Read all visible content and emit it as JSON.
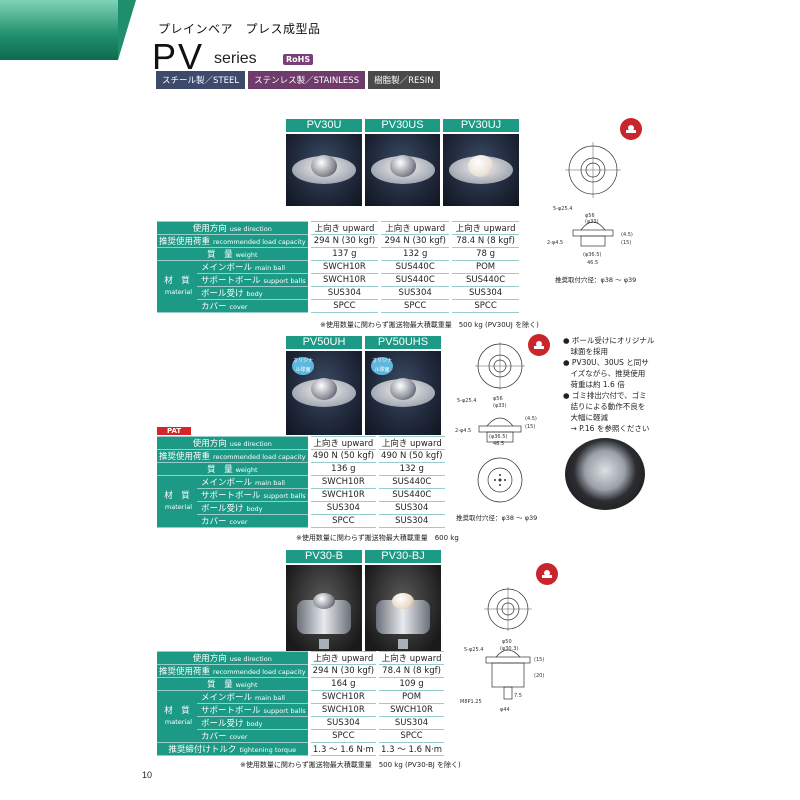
{
  "header": {
    "subtitle": "プレインベア　プレス成型品",
    "title": "PV",
    "series": "series",
    "rohs": "RoHS",
    "tabs": [
      "スチール製／STEEL",
      "ステンレス製／STAINLESS",
      "樹脂製／RESIN"
    ]
  },
  "labels": {
    "use_direction": "使用方向",
    "use_direction_en": "use direction",
    "load": "推奨使用荷重",
    "load_en": "recommended load capacity",
    "weight": "質　量",
    "weight_en": "weight",
    "material": "材　質",
    "material_en": "material",
    "main_ball": "メインボール",
    "main_ball_en": "main ball",
    "support_ball": "サポートボール",
    "support_ball_en": "support balls",
    "body": "ボール受け",
    "body_en": "body",
    "cover": "カバー",
    "cover_en": "cover",
    "torque": "推奨締付けトルク",
    "torque_en": "tightening torque"
  },
  "block1": {
    "models": [
      "PV30U",
      "PV30US",
      "PV30UJ"
    ],
    "use_direction": [
      "上向き upward",
      "上向き upward",
      "上向き upward"
    ],
    "load": [
      "294 N (30 kgf)",
      "294 N (30 kgf)",
      "78.4 N (8 kgf)"
    ],
    "weight": [
      "137 g",
      "132 g",
      "78 g"
    ],
    "main_ball": [
      "SWCH10R",
      "SUS440C",
      "POM"
    ],
    "support_ball": [
      "SWCH10R",
      "SUS440C",
      "SUS440C"
    ],
    "body": [
      "SUS304",
      "SUS304",
      "SUS304"
    ],
    "cover": [
      "SPCC",
      "SPCC",
      "SPCC"
    ],
    "note": "※使用数量に関わらず搬送物最大積載重量　500 kg (PV30UJ を除く)",
    "hole": "推奨取付穴径：φ38 〜 φ39"
  },
  "block2": {
    "models": [
      "PV50UH",
      "PV50UHS"
    ],
    "badge": "オリジナル球面",
    "pat": "PAT",
    "use_direction": [
      "上向き upward",
      "上向き upward"
    ],
    "load": [
      "490 N (50 kgf)",
      "490 N (50 kgf)"
    ],
    "weight": [
      "136 g",
      "132 g"
    ],
    "main_ball": [
      "SWCH10R",
      "SUS440C"
    ],
    "support_ball": [
      "SWCH10R",
      "SUS440C"
    ],
    "body": [
      "SUS304",
      "SUS304"
    ],
    "cover": [
      "SPCC",
      "SUS304"
    ],
    "note": "※使用数量に関わらず搬送物最大積載重量　600 kg",
    "hole": "推奨取付穴径：φ38 〜 φ39",
    "features": [
      "● ボール受けにオリジナル",
      "　球面を採用",
      "● PV30U、30US と同サ",
      "　イズながら、推奨使用",
      "　荷重は約 1.6 倍",
      "● ゴミ排出穴付で、ゴミ",
      "　詰りによる動作不良を",
      "　大幅に軽減",
      "　→ P.16 を参照ください"
    ]
  },
  "block3": {
    "models": [
      "PV30-B",
      "PV30-BJ"
    ],
    "use_direction": [
      "上向き upward",
      "上向き upward"
    ],
    "load": [
      "294 N (30 kgf)",
      "78.4 N (8 kgf)"
    ],
    "weight": [
      "164 g",
      "109 g"
    ],
    "main_ball": [
      "SWCH10R",
      "POM"
    ],
    "support_ball": [
      "SWCH10R",
      "SWCH10R"
    ],
    "body": [
      "SUS304",
      "SUS304"
    ],
    "cover": [
      "SPCC",
      "SPCC"
    ],
    "torque": [
      "1.3 〜 1.6 N·m",
      "1.3 〜 1.6 N·m"
    ],
    "note": "※使用数量に関わらず搬送物最大積載重量　500 kg (PV30-BJ を除く)"
  },
  "drawings": {
    "d1": [
      "5-φ25.4",
      "φ56",
      "(φ33)",
      "2-φ4.5",
      "(φ36.5)",
      "46.5",
      "(4.5)",
      "(15)"
    ],
    "d2": [
      "5-φ25.4",
      "φ56",
      "(φ33)",
      "2-φ4.5",
      "(φ36.5)",
      "46.5",
      "(4.5)",
      "(15)"
    ],
    "d3": [
      "5-φ25.4",
      "φ50",
      "(φ30.3)",
      "M8P1.25",
      "φ44",
      "7.5",
      "(20)",
      "(15)"
    ]
  },
  "page_number": "10",
  "colors": {
    "accent": "#1c9a86",
    "pat": "#d6242a",
    "rohs": "#7b3f7a",
    "icon": "#c9252c"
  }
}
